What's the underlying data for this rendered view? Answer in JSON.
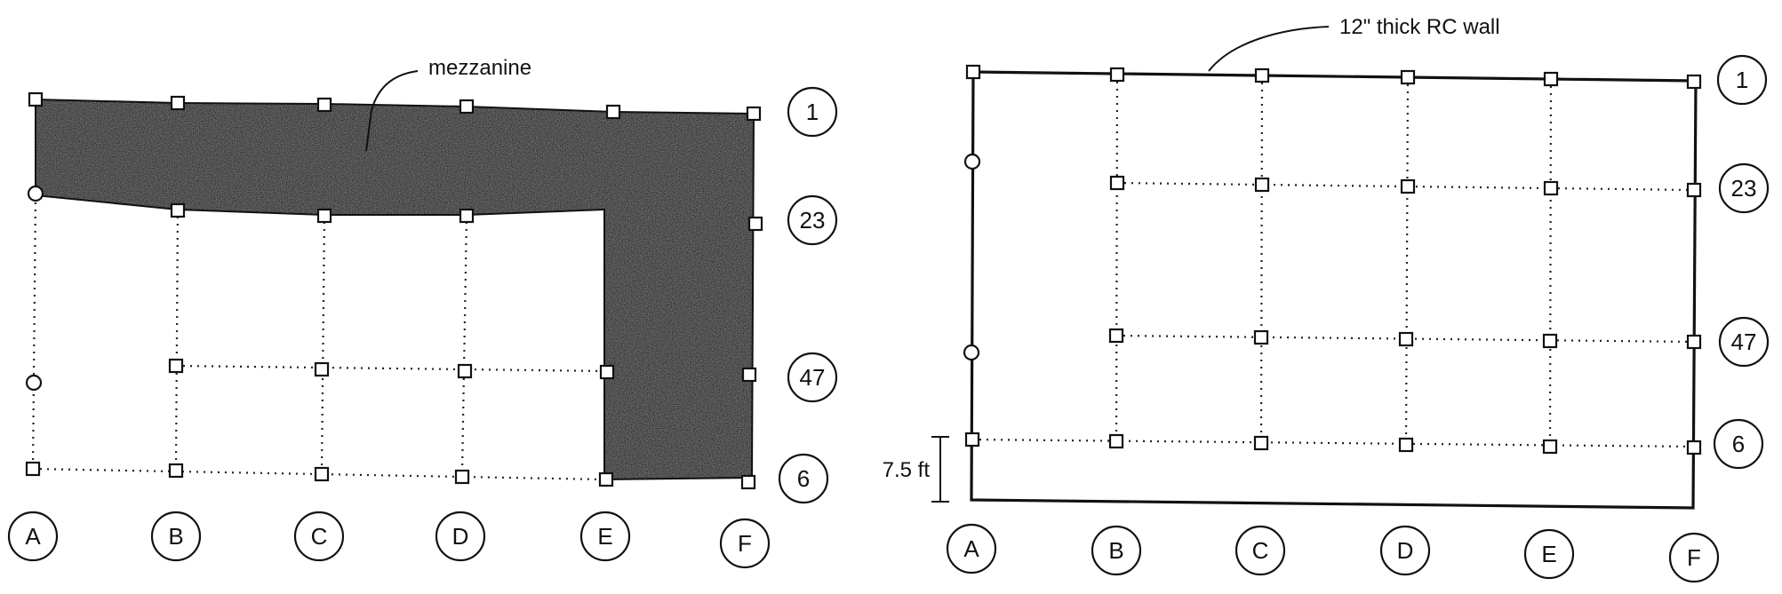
{
  "left_plan": {
    "mezzanine_label": "mezzanine",
    "column_labels": [
      "A",
      "B",
      "C",
      "D",
      "E",
      "F"
    ],
    "row_labels": [
      "1",
      "23",
      "47",
      "6"
    ]
  },
  "right_plan": {
    "wall_label": "12\" thick RC wall",
    "dimension_label": "7.5 ft",
    "column_labels": [
      "A",
      "B",
      "C",
      "D",
      "E",
      "F"
    ],
    "row_labels": [
      "1",
      "23",
      "47",
      "6"
    ]
  }
}
